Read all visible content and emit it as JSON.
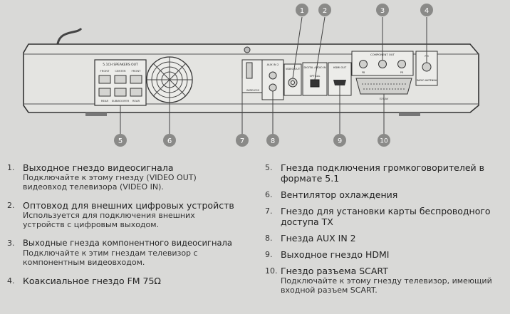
{
  "callouts": [
    "1",
    "2",
    "3",
    "4",
    "5",
    "6",
    "7",
    "8",
    "9",
    "10"
  ],
  "panel_labels": {
    "speakers_out": "5.1CH SPEAKERS OUT",
    "front_r1": "FRONT",
    "center": "CENTER",
    "front_r2": "FRONT",
    "rear_l": "REAR",
    "subwoofer": "SUBWOOFER",
    "rear_r": "REAR",
    "wireless": "WIRELESS",
    "aux_in2": "AUX IN 2",
    "video_out": "VIDEO OUT",
    "digital_audio_in": "DIGITAL AUDIO IN",
    "optical": "OPTICAL",
    "hdmi_out": "HDMI OUT",
    "component_out": "COMPONENT OUT",
    "pb": "PB",
    "pr": "PR",
    "scart": "EXT/AV",
    "fm": "FM",
    "radio_antenna": "RADIO ANTENNA"
  },
  "legend": {
    "left": [
      {
        "num": "1.",
        "title": "Выходное гнездо видеосигнала",
        "desc": [
          "Подключайте к этому гнезду (VIDEO OUT)",
          "видеовход телевизора (VIDEO IN)."
        ]
      },
      {
        "num": "2.",
        "title": "Оптовход для внешних цифровых устройств",
        "desc": [
          "Используется для подключения внешних",
          "устройств с цифровым выходом."
        ]
      },
      {
        "num": "3.",
        "title": "Выходные гнезда компонентного видеосигнала",
        "desc": [
          "Подключайте к этим гнездам телевизор с",
          "компонентным видеовходом."
        ]
      },
      {
        "num": "4.",
        "title": "Коаксиальное гнездо FM 75Ω",
        "desc": []
      }
    ],
    "right": [
      {
        "num": "5.",
        "title": [
          "Гнезда подключения громкоговорителей в",
          "формате 5.1"
        ],
        "desc": []
      },
      {
        "num": "6.",
        "title": [
          "Вентилятор охлаждения"
        ],
        "desc": []
      },
      {
        "num": "7.",
        "title": [
          "Гнездо для установки карты беспроводного",
          "доступа TX"
        ],
        "desc": []
      },
      {
        "num": "8.",
        "title": [
          "Гнезда AUX IN 2"
        ],
        "desc": []
      },
      {
        "num": "9.",
        "title": [
          "Выходное гнездо HDMI"
        ],
        "desc": []
      },
      {
        "num": "10.",
        "title": [
          "Гнездо разъема SCART"
        ],
        "desc": [
          "Подключайте к этому гнезду телевизор, имеющий",
          "входной разъем SCART."
        ]
      }
    ]
  }
}
